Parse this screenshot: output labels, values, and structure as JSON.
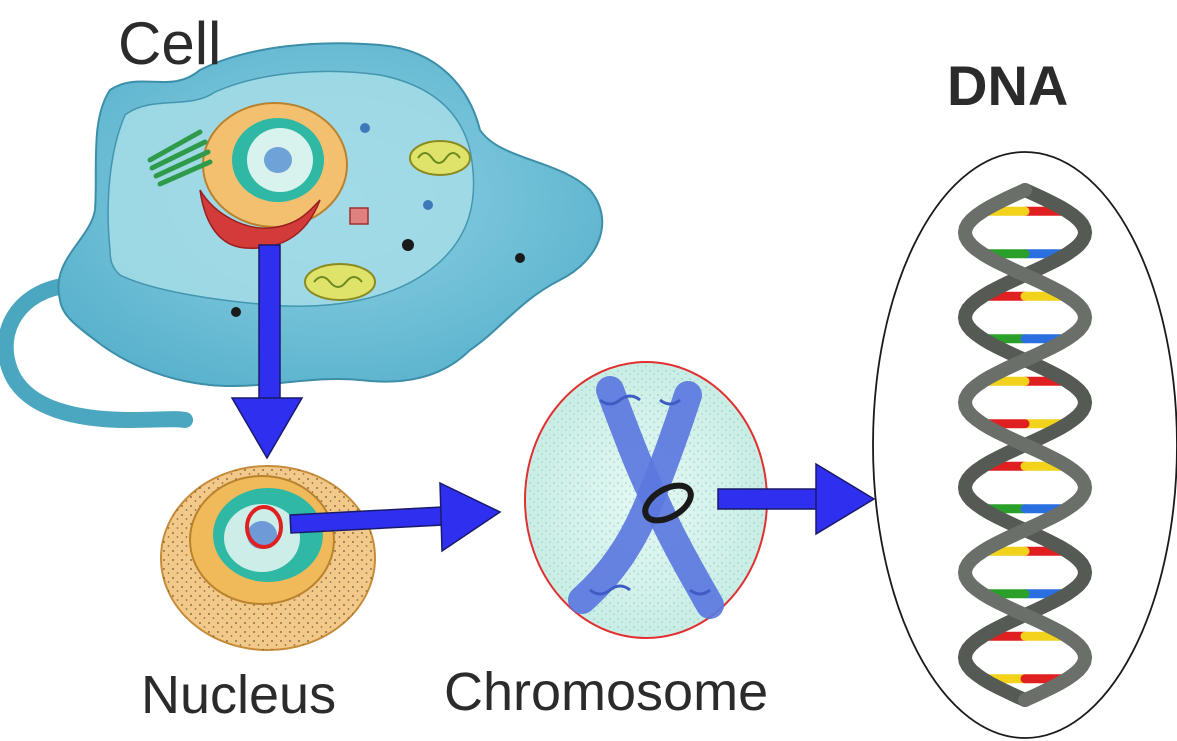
{
  "labels": {
    "cell": "Cell",
    "nucleus": "Nucleus",
    "chromosome": "Chromosome",
    "dna": "DNA"
  },
  "colors": {
    "arrow": "#2f2ff0",
    "cell_body": "#6bbfd8",
    "cell_inner": "#a9dfe8",
    "nucleus_outer": "#f5c27a",
    "nucleus_inner": "#2cb3a0",
    "chromosome_bg": "#d8f4ef",
    "chromosome_border": "#e03030",
    "chromosome_x": "#5b78e0",
    "dna_backbone": "#555a55",
    "base_red": "#e02020",
    "base_yellow": "#f2d21a",
    "base_blue": "#2a6fe0",
    "base_green": "#2aa02a",
    "highlight_ring": "#e02020"
  },
  "dna_base_pairs": [
    [
      "base_red",
      "base_yellow"
    ],
    [
      "base_blue",
      "base_green"
    ],
    [
      "base_red",
      "base_yellow"
    ],
    [
      "base_green",
      "base_blue"
    ],
    [
      "base_red",
      "base_yellow"
    ],
    [
      "base_yellow",
      "base_red"
    ],
    [
      "base_red",
      "base_yellow"
    ],
    [
      "base_green",
      "base_blue"
    ],
    [
      "base_red",
      "base_yellow"
    ],
    [
      "base_blue",
      "base_green"
    ],
    [
      "base_red",
      "base_yellow"
    ],
    [
      "base_yellow",
      "base_red"
    ]
  ]
}
